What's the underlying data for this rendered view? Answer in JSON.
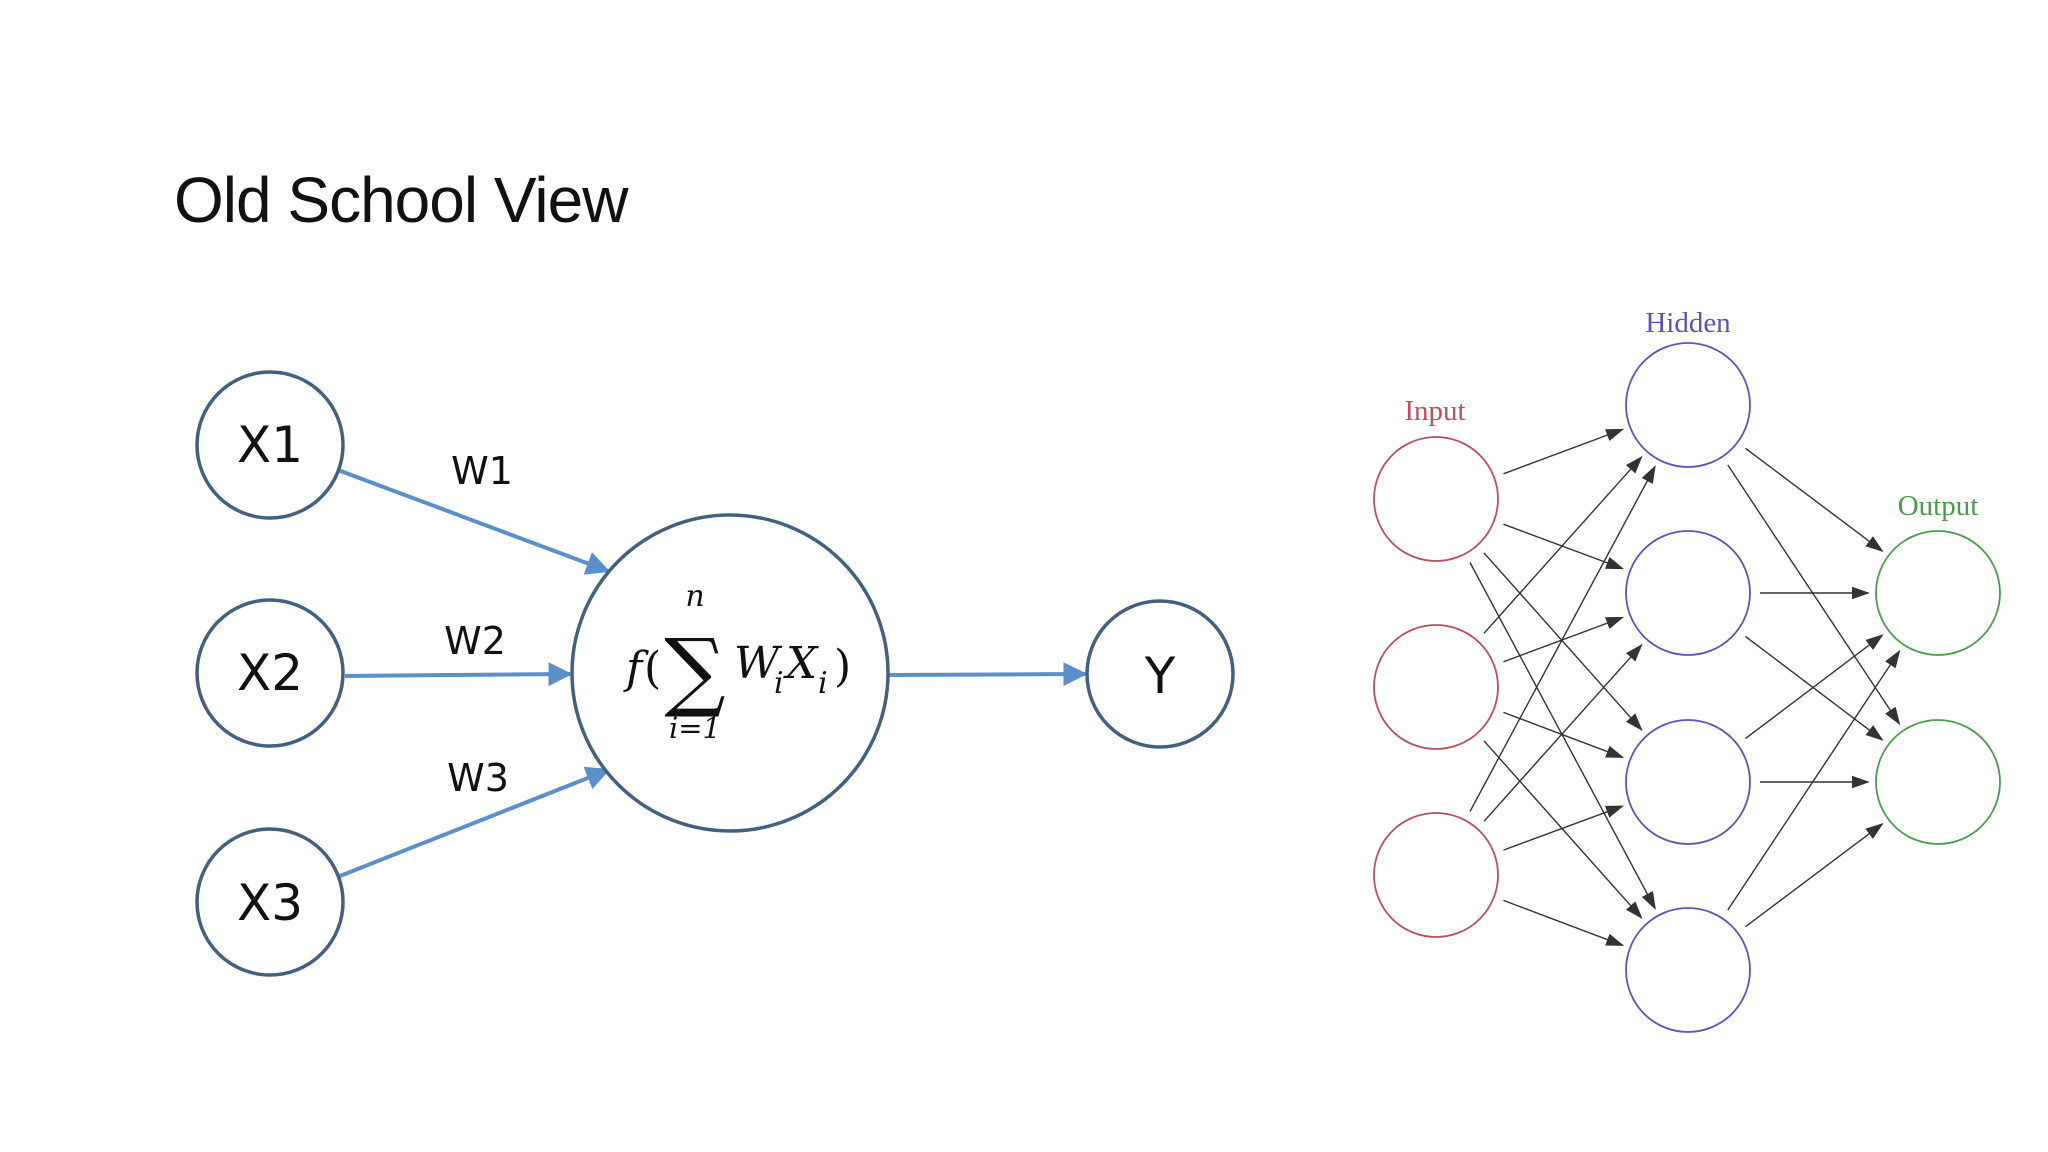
{
  "slide": {
    "title": "Old School View"
  },
  "perceptron": {
    "inputs": [
      "X1",
      "X2",
      "X3"
    ],
    "weights": [
      "W1",
      "W2",
      "W3"
    ],
    "output": "Y",
    "formula": {
      "func": "f",
      "open_paren": "(",
      "sum_symbol": "∑",
      "upper_limit": "n",
      "lower_limit": "i=1",
      "w": "W",
      "w_sub": "i",
      "x": "X",
      "x_sub": "i",
      "close_paren": ")"
    },
    "colors": {
      "node_stroke": "#44607f",
      "arrow": "#5b8fc9"
    }
  },
  "network": {
    "labels": {
      "input": "Input",
      "hidden": "Hidden",
      "output": "Output"
    },
    "colors": {
      "input": "#b5525e",
      "hidden": "#5b54b8",
      "output": "#4d9a4d",
      "edges": "#333333"
    },
    "layers": {
      "input": 3,
      "hidden": 4,
      "output": 2
    }
  }
}
